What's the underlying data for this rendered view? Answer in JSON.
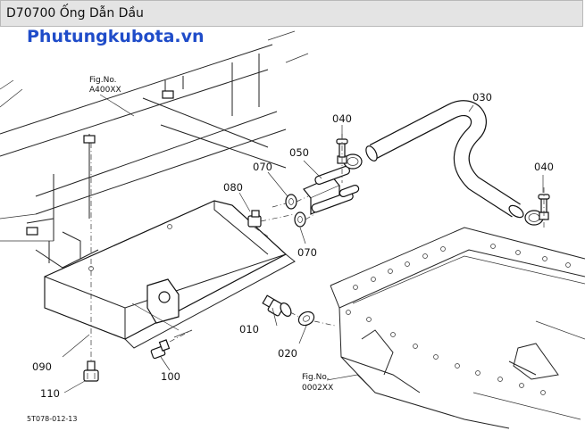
{
  "header": {
    "title": "D70700 Ống Dẫn Dầu"
  },
  "watermark": "Phutungkubota.vn",
  "references": [
    {
      "line1": "Fig.No.",
      "line2": "A400XX"
    },
    {
      "line1": "Fig.No.",
      "line2": "0002XX"
    }
  ],
  "callouts": [
    "010",
    "020",
    "030",
    "040",
    "040",
    "050",
    "070",
    "070",
    "080",
    "090",
    "100",
    "110"
  ],
  "figure_code": "5T078-012-13"
}
